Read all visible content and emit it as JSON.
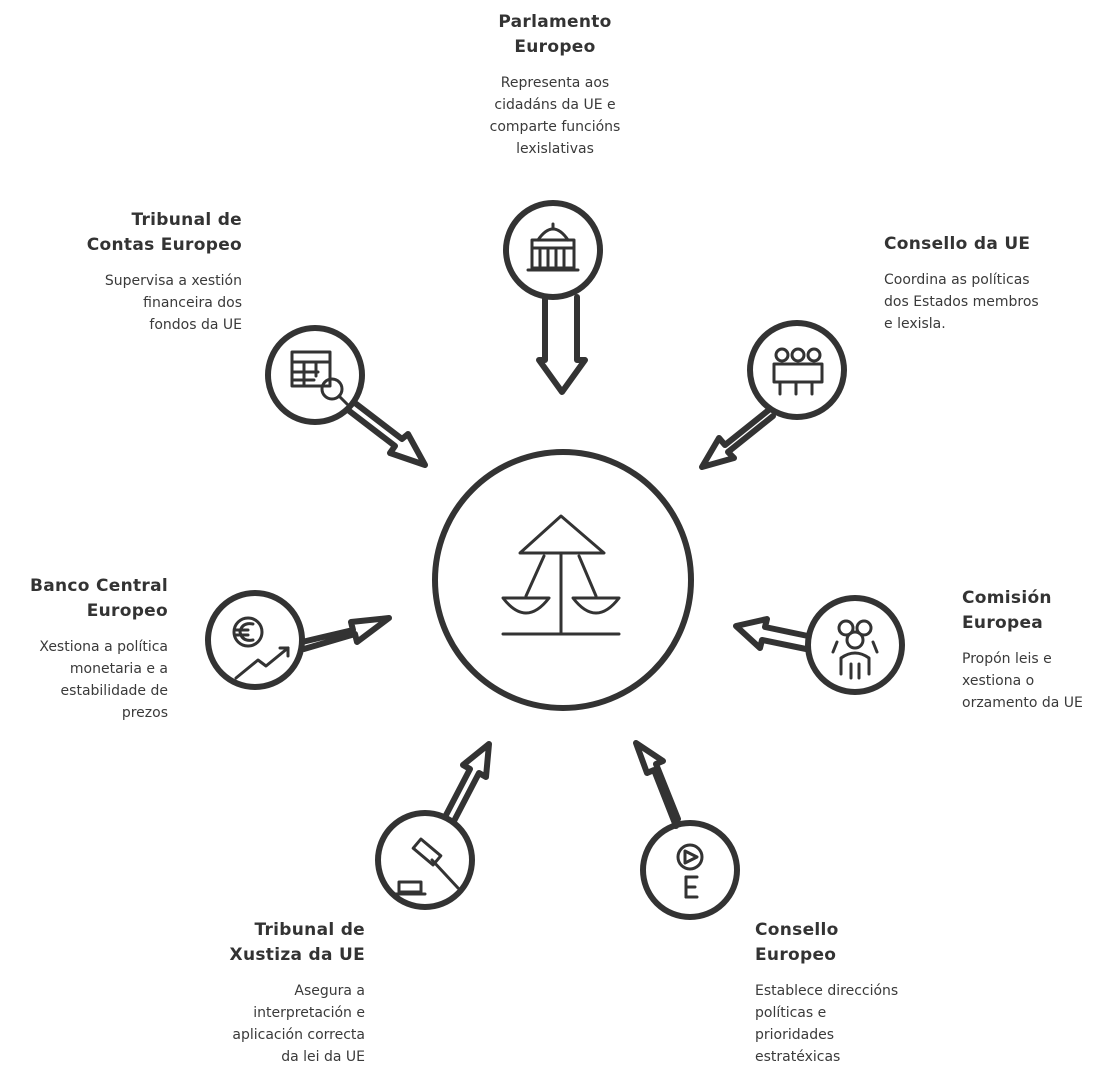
{
  "nodes": [
    {
      "id": "parlamento",
      "title": "Parlamento\nEuropeo",
      "desc": "Representa aos\ncidadáns da UE e\ncomparte funcións\nlexislativas",
      "icon": "parliament-building-icon"
    },
    {
      "id": "consello-ue",
      "title": "Consello da UE",
      "desc": "Coordina as políticas\ndos Estados membros\ne lexisla.",
      "icon": "council-meeting-icon"
    },
    {
      "id": "comision",
      "title": "Comisión\nEuropea",
      "desc": "Propón leis e\nxestiona o\norzamento da UE",
      "icon": "commission-people-icon"
    },
    {
      "id": "consello-europeo",
      "title": "Consello\nEuropeo",
      "desc": "Establece direccións\npolíticas e\nprioridades\nestratéxicas",
      "icon": "direction-compass-icon"
    },
    {
      "id": "tribunal-xustiza",
      "title": "Tribunal de\nXustiza da UE",
      "desc": "Asegura a\ninterpretación e\naplicación correcta\nda lei da UE",
      "icon": "gavel-icon"
    },
    {
      "id": "banco-central",
      "title": "Banco Central\nEuropeo",
      "desc": "Xestiona a política\nmonetaria e a\nestabilidade de\nprezos",
      "icon": "euro-growth-icon"
    },
    {
      "id": "tribunal-contas",
      "title": "Tribunal de\nContas Europeo",
      "desc": "Supervisa a xestión\nfinanceira dos\nfondos da UE",
      "icon": "audit-table-icon"
    }
  ],
  "center": {
    "icon": "balance-scale-icon"
  },
  "colors": {
    "stroke": "#333333",
    "background": "#ffffff"
  }
}
